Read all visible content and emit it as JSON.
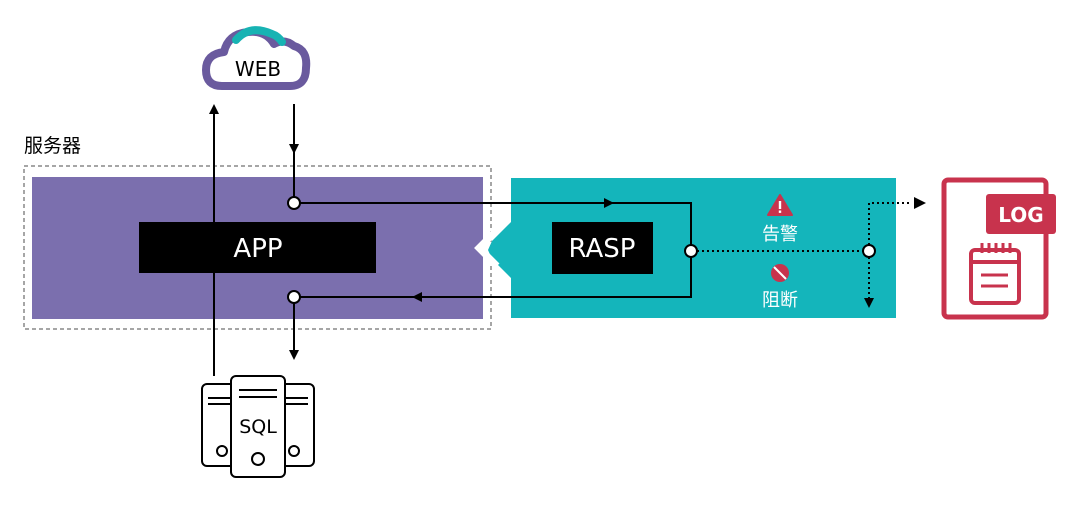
{
  "server_label": "服务器",
  "web_label": "WEB",
  "app_label": "APP",
  "rasp_label": "RASP",
  "sql_label": "SQL",
  "alert_label": "告警",
  "block_label": "阻断",
  "log_label": "LOG",
  "colors": {
    "server_fill": "#7b6fae",
    "rasp_fill": "#14b5bb",
    "log_red": "#c8334d",
    "cloud_purple": "#6a5a9e",
    "cloud_teal": "#17b3b3",
    "box_black": "#000000"
  }
}
